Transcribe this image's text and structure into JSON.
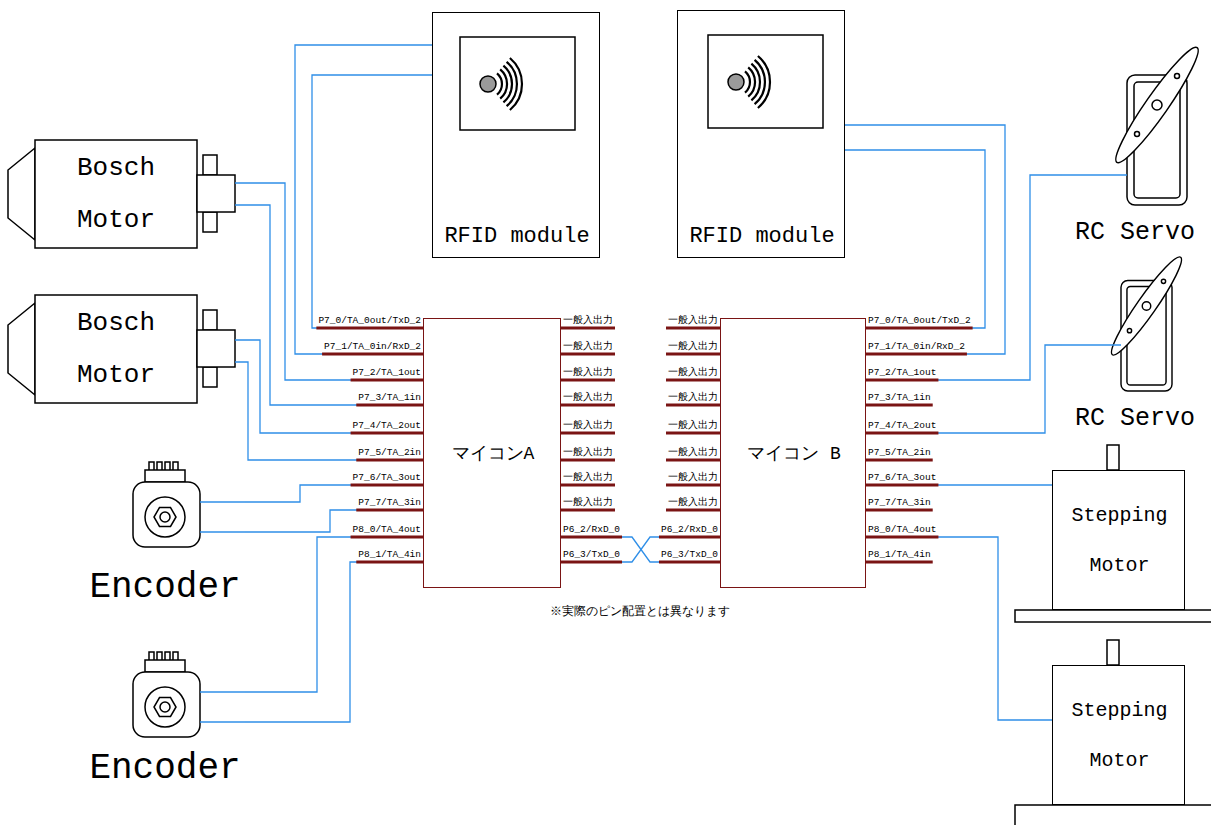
{
  "diagram": {
    "nodes": [
      {
        "text": [
          "Bosch Motor"
        ]
      },
      {
        "text": [
          "Bosch Motor"
        ]
      },
      {
        "text": [
          "Encoder"
        ]
      },
      {
        "text": [
          "Encoder"
        ]
      },
      {
        "text": [
          "RFID module"
        ]
      },
      {
        "text": [
          "マイコンA"
        ]
      },
      {
        "text": [
          "RFID module"
        ]
      },
      {
        "text": [
          "マイコン B"
        ]
      },
      {
        "text": [
          "RC Servo"
        ]
      },
      {
        "text": [
          "RC Servo"
        ]
      },
      {
        "text": [
          "Stepping Motor"
        ]
      },
      {
        "text": [
          "Stepping Motor"
        ]
      }
    ],
    "edges": [
      {
        "from": 0,
        "to": 5,
        "arrow": "none"
      },
      {
        "from": 0,
        "to": 5,
        "arrow": "none"
      },
      {
        "from": 1,
        "to": 5,
        "arrow": "none"
      },
      {
        "from": 1,
        "to": 5,
        "arrow": "none"
      },
      {
        "from": 2,
        "to": 5,
        "arrow": "none"
      },
      {
        "from": 2,
        "to": 5,
        "arrow": "none"
      },
      {
        "from": 3,
        "to": 5,
        "arrow": "none"
      },
      {
        "from": 3,
        "to": 5,
        "arrow": "none"
      },
      {
        "from": 4,
        "to": 5,
        "arrow": "none"
      },
      {
        "from": 4,
        "to": 5,
        "arrow": "none"
      },
      {
        "from": 5,
        "to": 7,
        "arrow": "none"
      },
      {
        "from": 5,
        "to": 7,
        "arrow": "none"
      },
      {
        "from": 6,
        "to": 7,
        "arrow": "none"
      },
      {
        "from": 6,
        "to": 7,
        "arrow": "none"
      },
      {
        "from": 7,
        "to": 8,
        "arrow": "none"
      },
      {
        "from": 7,
        "to": 9,
        "arrow": "none"
      },
      {
        "from": 7,
        "to": 10,
        "arrow": "none"
      },
      {
        "from": 7,
        "to": 11,
        "arrow": "none"
      }
    ],
    "labels": [
      "P7_0/TA_0out/TxD_2",
      "P7_1/TA_0in/RxD_2",
      "P7_2/TA_1out",
      "P7_3/TA_1in",
      "P7_4/TA_2out",
      "P7_5/TA_2in",
      "P7_6/TA_3out",
      "P7_7/TA_3in",
      "P8_0/TA_4out",
      "P8_1/TA_4in",
      "一般入出力",
      "一般入出力",
      "一般入出力",
      "一般入出力",
      "一般入出力",
      "一般入出力",
      "一般入出力",
      "一般入出力",
      "P6_2/RxD_0",
      "P6_3/TxD_0",
      "一般入出力",
      "一般入出力",
      "一般入出力",
      "一般入出力",
      "一般入出力",
      "一般入出力",
      "一般入出力",
      "一般入出力",
      "P6_2/RxD_0",
      "P6_3/TxD_0",
      "P7_0/TA_0out/TxD_2",
      "P7_1/TA_0in/RxD_2",
      "P7_2/TA_1out",
      "P7_3/TA_1in",
      "P7_4/TA_2out",
      "P7_5/TA_2in",
      "P7_6/TA_3out",
      "P7_7/TA_3in",
      "P8_0/TA_4out",
      "P8_1/TA_4in",
      "※実際のピン配置とは異なります"
    ]
  }
}
